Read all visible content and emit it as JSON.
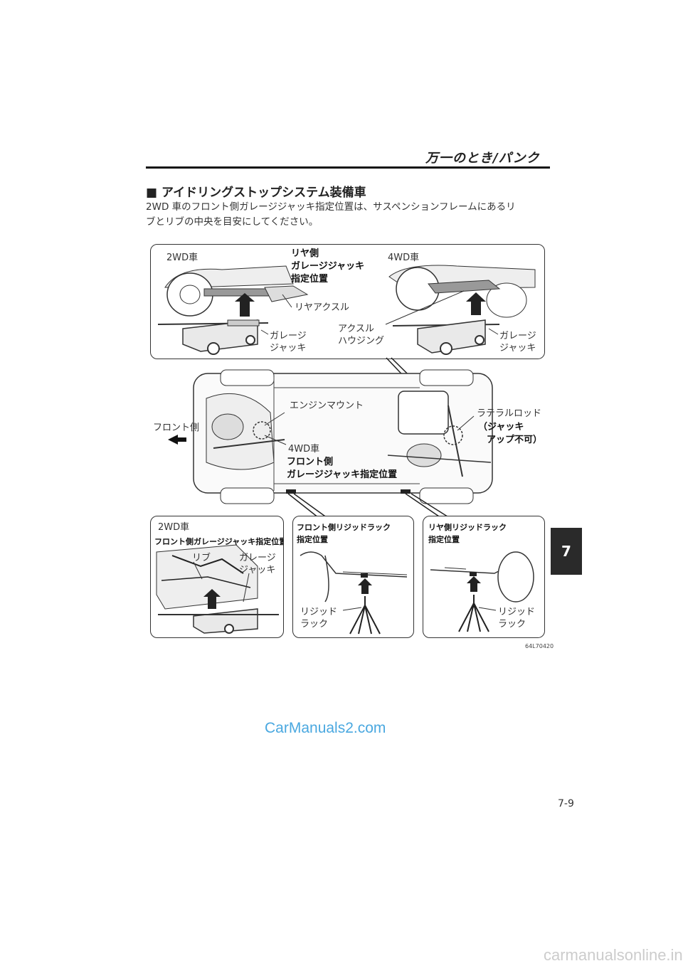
{
  "header": {
    "title": "万一のとき/パンク"
  },
  "section": {
    "heading": "■ アイドリングストップシステム装備車",
    "body_line1": "2WD 車のフロント側ガレージジャッキ指定位置は、サスペンションフレームにあるリ",
    "body_line2": "ブとリブの中央を目安にしてください。"
  },
  "top_panel": {
    "left_model": "2WD車",
    "rear_jack_line1": "リヤ側",
    "rear_jack_line2": "ガレージジャッキ",
    "rear_jack_line3": "指定位置",
    "right_model": "4WD車",
    "rear_axle": "リヤアクスル",
    "axle_housing_line1": "アクスル",
    "axle_housing_line2": "ハウジング",
    "garage_jack_l1": "ガレージ",
    "garage_jack_l2": "ジャッキ",
    "garage_jack_r1": "ガレージ",
    "garage_jack_r2": "ジャッキ"
  },
  "middle": {
    "engine_mount": "エンジンマウント",
    "front_side": "フロント側",
    "lateral_rod": "ラテラルロッド",
    "no_jack_line1": "（ジャッキ",
    "no_jack_line2": "アップ不可）",
    "model_4wd": "4WD車",
    "front_jack_line1": "フロント側",
    "front_jack_line2": "ガレージジャッキ指定位置"
  },
  "bottom_left": {
    "model": "2WD車",
    "title": "フロント側ガレージジャッキ指定位置",
    "rib": "リブ",
    "jack_line1": "ガレージ",
    "jack_line2": "ジャッキ"
  },
  "bottom_mid": {
    "title_line1": "フロント側リジッドラック",
    "title_line2": "指定位置",
    "rack_line1": "リジッド",
    "rack_line2": "ラック"
  },
  "bottom_right": {
    "title_line1": "リヤ側リジッドラック",
    "title_line2": "指定位置",
    "rack_line1": "リジッド",
    "rack_line2": "ラック"
  },
  "figure_code": "64L70420",
  "chapter_tab": "7",
  "watermark": "CarManuals2.com",
  "page_number": "7-9",
  "footer_watermark": "carmanualsonline.info"
}
